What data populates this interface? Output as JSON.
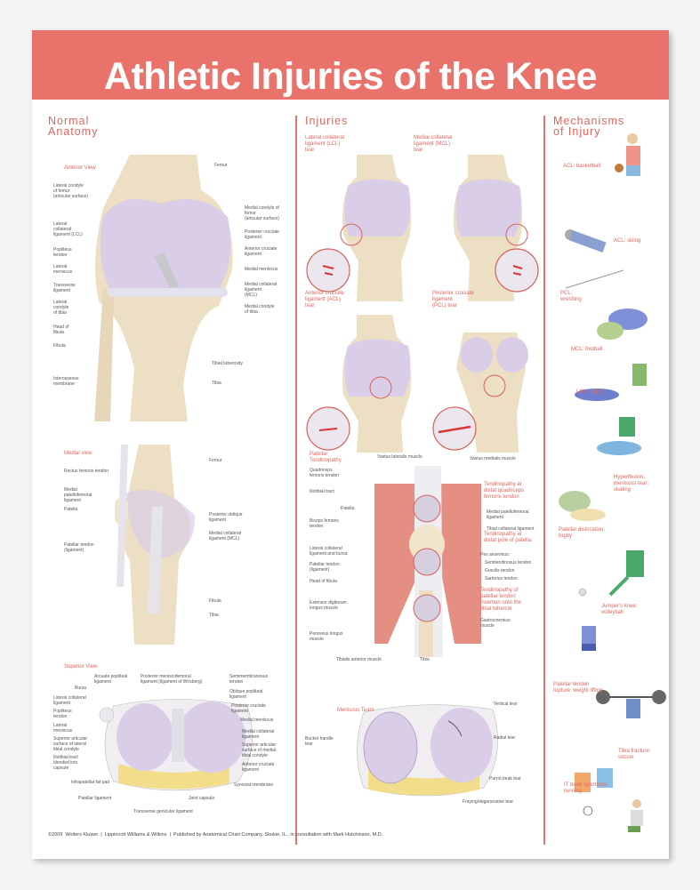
{
  "title": "Athletic Injuries of the Knee",
  "colors": {
    "header": "#e9736b",
    "bone": "#ecdfc4",
    "cartilage": "#d9cde8",
    "muscle": "#e07a6c",
    "accent_text": "#e0665e"
  },
  "normal_anatomy": {
    "heading": "Normal\nAnatomy",
    "anterior": {
      "title": "Anterior View",
      "labels": [
        "Femur",
        "Lateral condyle\nof femur\n(articular surface)",
        "Medial condyle of\nfemur\n(articular surface)",
        "Lateral\ncollateral\nligament (LCL)",
        "Posterior cruciate\nligament",
        "Popliteus\ntendon",
        "Anterior cruciate\nligament",
        "Lateral\nmeniscus",
        "Medial meniscus",
        "Transverse\nligament",
        "Medial collateral\nligament\n(MCL)",
        "Lateral\ncondyle\nof tibia",
        "Medial condyle\nof tibia",
        "Head of\nfibula",
        "Fibula",
        "Tibial tuberosity",
        "Interosseous\nmembrane",
        "Tibia"
      ]
    },
    "medial": {
      "title": "Medial view",
      "labels": [
        "Femur",
        "Rectus femoris tendon",
        "Medial\npatellofemoral\nligament",
        "Patella",
        "Posterior oblique\nligament",
        "Medial collateral\nligament (MCL)",
        "Patellar tendon\n(ligament)",
        "Fibula",
        "Tibia"
      ]
    },
    "superior": {
      "title": "Superior View",
      "labels": [
        "Arcuate popliteal\nligament",
        "Posterior meniscofemoral\nligament (ligament of Wrisberg)",
        "Semimembranosus\ntendon",
        "Bursa",
        "Oblique popliteal\nligament",
        "Lateral collateral\nligament",
        "Posterior cruciate\nligament",
        "Popliteus\ntendon",
        "Medial meniscus",
        "Lateral\nmeniscus",
        "Medial collateral\nligament",
        "Superior articular\nsurface of lateral\ntibial condyle",
        "Superior articular\nsurface of medial\ntibial condyle",
        "Iliotibial tract\nblended into\ncapsule",
        "Anterior cruciate\nligament",
        "Infrapatellar fat pad",
        "Synovial membrane",
        "Patellar ligament",
        "Joint capsule",
        "Transverse genicular ligament"
      ]
    }
  },
  "injuries": {
    "heading": "Injuries",
    "tears": [
      "Lateral collateral\nligament (LCL)\ntear",
      "Medial collateral\nligament (MCL)\ntear",
      "Anterior cruciate\nligament (ACL)\ntear",
      "Posterior cruciate\nligament\n(PCL) tear"
    ],
    "tendinopathy": {
      "title": "Patellar\nTendinopathy",
      "labels": [
        "Vastus lateralis muscle",
        "Vastus medialis muscle",
        "Quadriceps\nfemoris tendon",
        "Iliotibial tract",
        "Patella",
        "Medial patellofemoral\nligament",
        "Biceps femoris\ntendon",
        "Tibial collateral ligament",
        "Lateral collateral\nligament and bursa",
        "Pes anserinus:",
        "Semitendinosus tendon",
        "Patellar tendon\n(ligament)",
        "Gracilis tendon",
        "Sartorius tendon",
        "Head of fibula",
        "Extensor digitorum\nlongus muscle",
        "Gastrocnemius\nmuscle",
        "Peroneus longus\nmuscle",
        "Tibialis anterior muscle",
        "Tibia"
      ],
      "callouts": [
        "Tendinopathy at\ndistal quadriceps\nfemoris tendon",
        "Tendinopathy at\ndistal pole of patella",
        "Tendinopathy of\npatellar tendon\ninsertion onto the\ntibial tubercle"
      ]
    },
    "meniscus": {
      "title": "Meniscus Tears",
      "labels": [
        "Vertical tear",
        "Bucket handle\ntear",
        "Radial tear",
        "Parrot beak tear",
        "Fraying/degenerative tear"
      ]
    }
  },
  "mechanisms": {
    "heading": "Mechanisms\nof Injury",
    "items": [
      "ACL: basketball",
      "ACL: skiing",
      "PCL:\nwrestling",
      "MCL: football",
      "LCL: rugby",
      "Hyperflexion,\nmeniscus tear:\nskating",
      "Patellar dislocation:\nrugby",
      "Jumper's knee:\nvolleyball",
      "Patellar tendon\nrupture: weight lifting",
      "Tibia fracture:\nsoccer",
      "IT band syndrome:\nrunning"
    ]
  },
  "footer": "©2009  Wolters Kluwer  |  Lippincott Williams & Wilkins  |  Published by Anatomical Chart Company, Skokie, IL., in consultation with Mark Hutchinson, M.D."
}
